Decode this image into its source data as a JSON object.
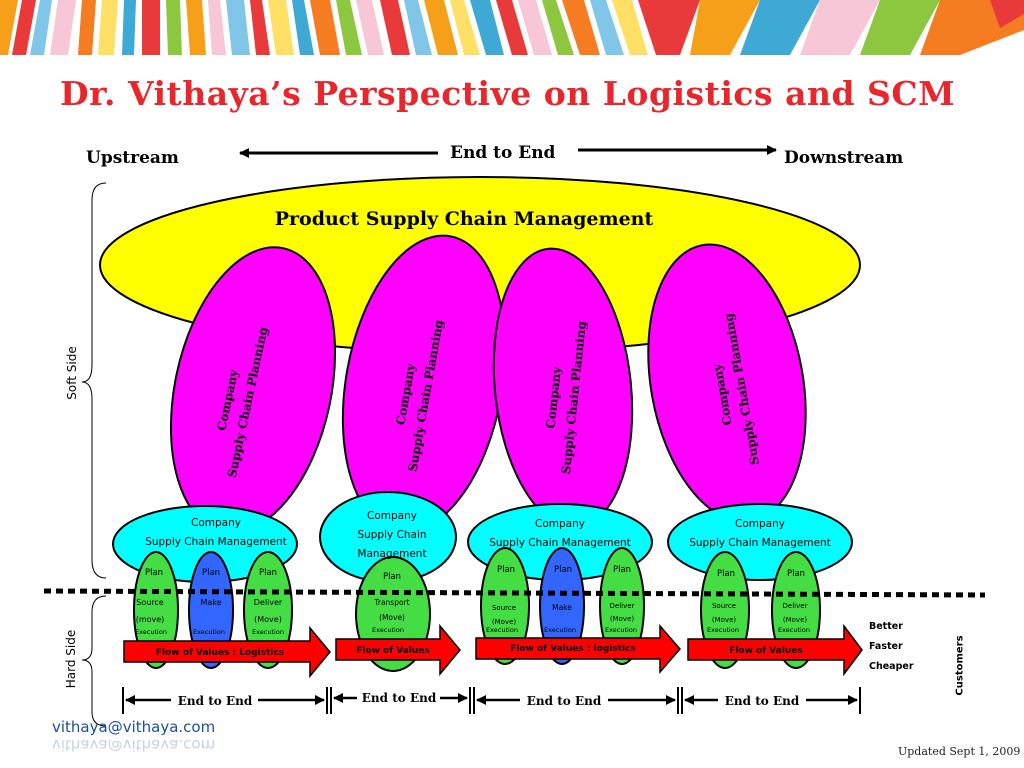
{
  "title": "Dr. Vithaya’s Perspective on Logistics and SCM",
  "top": {
    "upstream": "Upstream",
    "end_to_end": "End to End",
    "downstream": "Downstream"
  },
  "product_scm": "Product Supply Chain Management",
  "planning_ellipses": [
    {
      "line1": "Company",
      "line2": "Supply Chain Planning"
    },
    {
      "line1": "Company",
      "line2": "Supply Chain Planning"
    },
    {
      "line1": "Company",
      "line2": "Supply Chain Planning"
    },
    {
      "line1": "Company",
      "line2": "Supply Chain Planning"
    }
  ],
  "company_scm": [
    {
      "line1": "Company",
      "line2": "Supply Chain Management",
      "line3": ""
    },
    {
      "line1": "Company",
      "line2": "Supply Chain",
      "line3": "Management"
    },
    {
      "line1": "Company",
      "line2": "Supply Chain Management",
      "line3": ""
    },
    {
      "line1": "Company",
      "line2": "Supply Chain Management",
      "line3": ""
    }
  ],
  "side_labels": {
    "soft": "Soft  Side",
    "hard": "Hard Side"
  },
  "process_pills": [
    {
      "group": 1,
      "color": "green",
      "top": "Plan",
      "mid1": "Source",
      "mid2": "(move)",
      "bottom": "Execution"
    },
    {
      "group": 1,
      "color": "blue",
      "top": "Plan",
      "mid1": "Make",
      "mid2": "",
      "bottom": "Execution"
    },
    {
      "group": 1,
      "color": "green",
      "top": "Plan",
      "mid1": "Deliver",
      "mid2": "(Move)",
      "bottom": "Execution"
    },
    {
      "group": 2,
      "color": "green",
      "top": "Plan",
      "mid1": "Transport",
      "mid2": "(Move)",
      "bottom": "Execution"
    },
    {
      "group": 3,
      "color": "green",
      "top": "Plan",
      "mid1": "Source",
      "mid2": "(Move)",
      "bottom": "Execution"
    },
    {
      "group": 3,
      "color": "blue",
      "top": "Plan",
      "mid1": "Make",
      "mid2": "",
      "bottom": "Execution"
    },
    {
      "group": 3,
      "color": "green",
      "top": "Plan",
      "mid1": "Deliver",
      "mid2": "(Move)",
      "bottom": "Execution"
    },
    {
      "group": 4,
      "color": "green",
      "top": "Plan",
      "mid1": "Source",
      "mid2": "(Move)",
      "bottom": "Execution"
    },
    {
      "group": 4,
      "color": "green",
      "top": "Plan",
      "mid1": "Deliver",
      "mid2": "(Move)",
      "bottom": "Execution"
    }
  ],
  "flow_arrows": [
    "Flow of Values : Logistics",
    "Flow of Values",
    "Flow of Values : logistics",
    "Flow of Values"
  ],
  "end_to_end_spans": [
    "End to End",
    "End to End",
    "End to End",
    "End to End"
  ],
  "outcomes": [
    "Better",
    "Faster",
    "Cheaper"
  ],
  "customers": "Customers",
  "email": "vithaya@vithaya.com",
  "updated": "Updated Sept 1, 2009",
  "colors": {
    "title": "#e8262c",
    "product_ellipse": "#ffff00",
    "planning_ellipse": "#ff00ff",
    "company_ellipse": "#00ffff",
    "pill_green": "#44dd44",
    "pill_blue": "#3366ff",
    "flow_arrow": "#ff0000"
  }
}
